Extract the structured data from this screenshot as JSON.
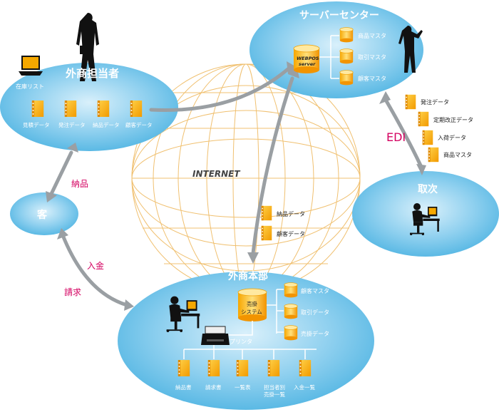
{
  "internet_label": "INTERNET",
  "sales_rep": {
    "title": "外商担当者",
    "inventory_label": "在庫リスト",
    "docs": [
      "見積データ",
      "発注データ",
      "納品データ",
      "顧客データ"
    ]
  },
  "server_center": {
    "title": "サーバーセンター",
    "server_label_line1": "WEBPOS",
    "server_label_line2": "server",
    "masters": [
      "商品マスタ",
      "取引マスタ",
      "顧客マスタ"
    ]
  },
  "edi": {
    "label": "EDI",
    "docs": [
      "発注データ",
      "定期改正データ",
      "入荷データ",
      "商品マスタ"
    ]
  },
  "supplier": {
    "title": "取次"
  },
  "customer": {
    "title": "客"
  },
  "flows": {
    "delivery": "納品",
    "payment": "入金",
    "billing": "請求"
  },
  "net_docs": [
    "納品データ",
    "顧客データ"
  ],
  "hq": {
    "title": "外商本部",
    "system_line1": "売掛",
    "system_line2": "システム",
    "masters": [
      "顧客マスタ",
      "取引データ",
      "売掛データ"
    ],
    "printer_label": "プリンタ",
    "outputs": [
      "納品書",
      "請求書",
      "一覧表",
      "担当者別",
      "入金一覧"
    ],
    "output_sub": "売掛一覧"
  },
  "colors": {
    "ellipse": "#56b8e4",
    "ellipse_light": "#bfe5f7",
    "accent_red": "#d40060",
    "doc_orange": "#f5a800",
    "globe_line": "#f0c070",
    "arrow_gray": "#9a9fa3"
  }
}
